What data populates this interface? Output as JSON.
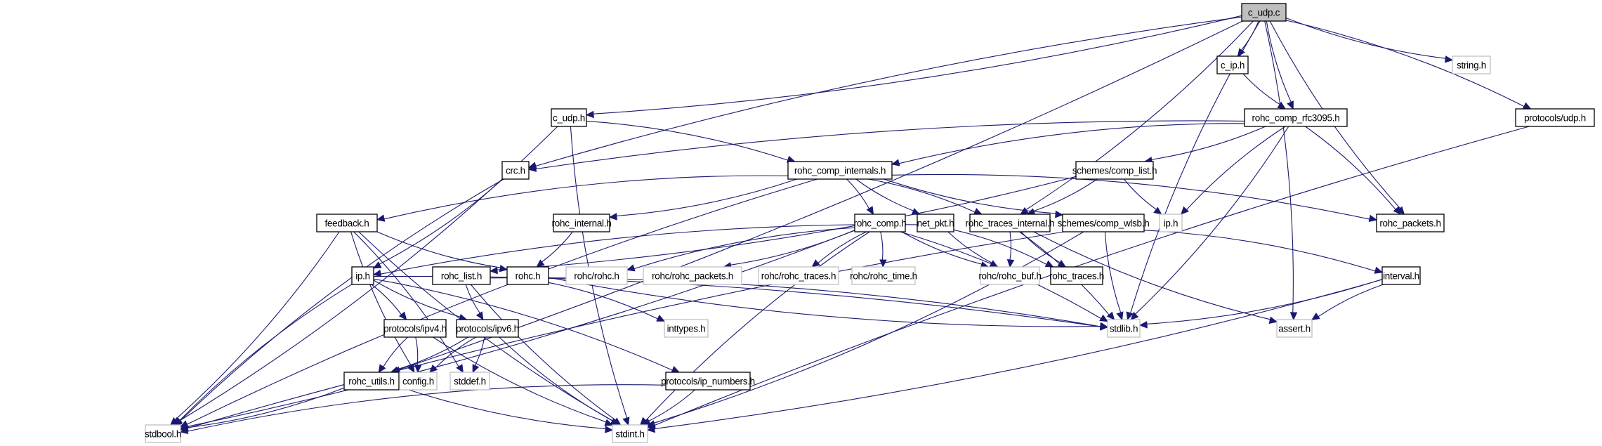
{
  "diagram": {
    "title": "c_udp.c include dependency graph",
    "colors": {
      "edge": "#191970",
      "root_fill": "#bfbfbf",
      "documented_border": "#000000",
      "external_border": "#bfbfbf"
    },
    "nodes": [
      {
        "id": "c_udp_c",
        "label": "c_udp.c",
        "kind": "root"
      },
      {
        "id": "c_ip_h",
        "label": "c_ip.h",
        "kind": "documented"
      },
      {
        "id": "string_h",
        "label": "string.h",
        "kind": "external"
      },
      {
        "id": "c_udp_h",
        "label": "c_udp.h",
        "kind": "documented"
      },
      {
        "id": "rohc_comp_rfc3095_h",
        "label": "rohc_comp_rfc3095.h",
        "kind": "documented"
      },
      {
        "id": "protocols_udp_h",
        "label": "protocols/udp.h",
        "kind": "documented"
      },
      {
        "id": "crc_h",
        "label": "crc.h",
        "kind": "documented"
      },
      {
        "id": "rohc_comp_internals_h",
        "label": "rohc_comp_internals.h",
        "kind": "documented"
      },
      {
        "id": "schemes_comp_list_h",
        "label": "schemes/comp_list.h",
        "kind": "documented"
      },
      {
        "id": "feedback_h",
        "label": "feedback.h",
        "kind": "documented"
      },
      {
        "id": "rohc_internal_h",
        "label": "rohc_internal.h",
        "kind": "documented"
      },
      {
        "id": "rohc_comp_h",
        "label": "rohc_comp.h",
        "kind": "documented"
      },
      {
        "id": "net_pkt_h",
        "label": "net_pkt.h",
        "kind": "documented"
      },
      {
        "id": "rohc_traces_internal_h",
        "label": "rohc_traces_internal.h",
        "kind": "documented"
      },
      {
        "id": "schemes_comp_wlsb_h",
        "label": "schemes/comp_wlsb.h",
        "kind": "documented"
      },
      {
        "id": "ip_h_ext",
        "label": "ip.h",
        "kind": "external"
      },
      {
        "id": "rohc_packets_h",
        "label": "rohc_packets.h",
        "kind": "documented"
      },
      {
        "id": "ip_h",
        "label": "ip.h",
        "kind": "documented"
      },
      {
        "id": "rohc_list_h",
        "label": "rohc_list.h",
        "kind": "documented"
      },
      {
        "id": "rohc_h",
        "label": "rohc.h",
        "kind": "documented"
      },
      {
        "id": "rohc_rohc_h",
        "label": "rohc/rohc.h",
        "kind": "external"
      },
      {
        "id": "rohc_rohc_packets_h",
        "label": "rohc/rohc_packets.h",
        "kind": "external"
      },
      {
        "id": "rohc_rohc_traces_h",
        "label": "rohc/rohc_traces.h",
        "kind": "external"
      },
      {
        "id": "rohc_rohc_time_h",
        "label": "rohc/rohc_time.h",
        "kind": "external"
      },
      {
        "id": "rohc_rohc_buf_h",
        "label": "rohc/rohc_buf.h",
        "kind": "external"
      },
      {
        "id": "rohc_traces_h",
        "label": "rohc_traces.h",
        "kind": "documented"
      },
      {
        "id": "interval_h",
        "label": "interval.h",
        "kind": "documented"
      },
      {
        "id": "protocols_ipv4_h",
        "label": "protocols/ipv4.h",
        "kind": "documented"
      },
      {
        "id": "protocols_ipv6_h",
        "label": "protocols/ipv6.h",
        "kind": "documented"
      },
      {
        "id": "inttypes_h",
        "label": "inttypes.h",
        "kind": "external"
      },
      {
        "id": "stdlib_h",
        "label": "stdlib.h",
        "kind": "external"
      },
      {
        "id": "assert_h",
        "label": "assert.h",
        "kind": "external"
      },
      {
        "id": "rohc_utils_h",
        "label": "rohc_utils.h",
        "kind": "documented"
      },
      {
        "id": "config_h",
        "label": "config.h",
        "kind": "external"
      },
      {
        "id": "stddef_h",
        "label": "stddef.h",
        "kind": "external"
      },
      {
        "id": "protocols_ip_numbers_h",
        "label": "protocols/ip_numbers.h",
        "kind": "documented"
      },
      {
        "id": "stdbool_h",
        "label": "stdbool.h",
        "kind": "external"
      },
      {
        "id": "stdint_h",
        "label": "stdint.h",
        "kind": "external"
      }
    ],
    "edges": [
      [
        "c_udp_c",
        "c_ip_h"
      ],
      [
        "c_udp_c",
        "string_h"
      ],
      [
        "c_udp_c",
        "c_udp_h"
      ],
      [
        "c_udp_c",
        "rohc_comp_rfc3095_h"
      ],
      [
        "c_udp_c",
        "protocols_udp_h"
      ],
      [
        "c_udp_c",
        "crc_h"
      ],
      [
        "c_udp_c",
        "rohc_traces_internal_h"
      ],
      [
        "c_udp_c",
        "rohc_packets_h"
      ],
      [
        "c_udp_c",
        "rohc_utils_h"
      ],
      [
        "c_udp_c",
        "stdlib_h"
      ],
      [
        "c_udp_c",
        "assert_h"
      ],
      [
        "c_ip_h",
        "rohc_comp_rfc3095_h"
      ],
      [
        "c_udp_h",
        "rohc_comp_internals_h"
      ],
      [
        "c_udp_h",
        "stdint_h"
      ],
      [
        "c_udp_h",
        "stdbool_h"
      ],
      [
        "rohc_comp_rfc3095_h",
        "rohc_comp_internals_h"
      ],
      [
        "rohc_comp_rfc3095_h",
        "schemes_comp_list_h"
      ],
      [
        "rohc_comp_rfc3095_h",
        "ip_h_ext"
      ],
      [
        "rohc_comp_rfc3095_h",
        "rohc_packets_h"
      ],
      [
        "rohc_comp_rfc3095_h",
        "crc_h"
      ],
      [
        "rohc_comp_rfc3095_h",
        "stdlib_h"
      ],
      [
        "protocols_udp_h",
        "stdint_h"
      ],
      [
        "crc_h",
        "ip_h"
      ],
      [
        "crc_h",
        "stdbool_h"
      ],
      [
        "rohc_comp_internals_h",
        "rohc_comp_h"
      ],
      [
        "rohc_comp_internals_h",
        "net_pkt_h"
      ],
      [
        "rohc_comp_internals_h",
        "rohc_traces_internal_h"
      ],
      [
        "rohc_comp_internals_h",
        "schemes_comp_wlsb_h"
      ],
      [
        "rohc_comp_internals_h",
        "rohc_packets_h"
      ],
      [
        "rohc_comp_internals_h",
        "feedback_h"
      ],
      [
        "rohc_comp_internals_h",
        "rohc_internal_h"
      ],
      [
        "rohc_comp_internals_h",
        "stdbool_h"
      ],
      [
        "schemes_comp_list_h",
        "rohc_traces_internal_h"
      ],
      [
        "schemes_comp_list_h",
        "ip_h_ext"
      ],
      [
        "schemes_comp_list_h",
        "rohc_list_h"
      ],
      [
        "feedback_h",
        "rohc_h"
      ],
      [
        "feedback_h",
        "stdbool_h"
      ],
      [
        "feedback_h",
        "stdint_h"
      ],
      [
        "feedback_h",
        "stddef_h"
      ],
      [
        "feedback_h",
        "config_h"
      ],
      [
        "rohc_internal_h",
        "rohc_h"
      ],
      [
        "rohc_comp_h",
        "rohc_rohc_h"
      ],
      [
        "rohc_comp_h",
        "rohc_rohc_packets_h"
      ],
      [
        "rohc_comp_h",
        "rohc_rohc_traces_h"
      ],
      [
        "rohc_comp_h",
        "rohc_rohc_time_h"
      ],
      [
        "rohc_comp_h",
        "rohc_rohc_buf_h"
      ],
      [
        "rohc_comp_h",
        "stdlib_h"
      ],
      [
        "rohc_comp_h",
        "stdint_h"
      ],
      [
        "rohc_comp_h",
        "stdbool_h"
      ],
      [
        "net_pkt_h",
        "rohc_rohc_buf_h"
      ],
      [
        "net_pkt_h",
        "rohc_traces_h"
      ],
      [
        "net_pkt_h",
        "ip_h"
      ],
      [
        "rohc_traces_internal_h",
        "rohc_rohc_buf_h"
      ],
      [
        "rohc_traces_internal_h",
        "rohc_traces_h"
      ],
      [
        "rohc_traces_internal_h",
        "stdlib_h"
      ],
      [
        "rohc_traces_internal_h",
        "assert_h"
      ],
      [
        "schemes_comp_wlsb_h",
        "interval_h"
      ],
      [
        "schemes_comp_wlsb_h",
        "stdlib_h"
      ],
      [
        "schemes_comp_wlsb_h",
        "stdint_h"
      ],
      [
        "schemes_comp_wlsb_h",
        "stdbool_h"
      ],
      [
        "ip_h",
        "protocols_ipv4_h"
      ],
      [
        "ip_h",
        "protocols_ipv6_h"
      ],
      [
        "ip_h",
        "stdlib_h"
      ],
      [
        "ip_h",
        "stdbool_h"
      ],
      [
        "ip_h",
        "protocols_ip_numbers_h"
      ],
      [
        "rohc_list_h",
        "protocols_ipv6_h"
      ],
      [
        "rohc_list_h",
        "stdlib_h"
      ],
      [
        "rohc_list_h",
        "stdint_h"
      ],
      [
        "rohc_h",
        "inttypes_h"
      ],
      [
        "rohc_h",
        "stdlib_h"
      ],
      [
        "interval_h",
        "stdlib_h"
      ],
      [
        "interval_h",
        "assert_h"
      ],
      [
        "interval_h",
        "stdint_h"
      ],
      [
        "protocols_ipv4_h",
        "rohc_utils_h"
      ],
      [
        "protocols_ipv4_h",
        "config_h"
      ],
      [
        "protocols_ipv4_h",
        "stdint_h"
      ],
      [
        "protocols_ipv6_h",
        "rohc_utils_h"
      ],
      [
        "protocols_ipv6_h",
        "config_h"
      ],
      [
        "protocols_ipv6_h",
        "stddef_h"
      ],
      [
        "protocols_ipv6_h",
        "stdint_h"
      ],
      [
        "rohc_utils_h",
        "stdbool_h"
      ],
      [
        "rohc_utils_h",
        "stdint_h"
      ],
      [
        "protocols_ip_numbers_h",
        "stdint_h"
      ],
      [
        "protocols_ip_numbers_h",
        "stdbool_h"
      ]
    ]
  }
}
